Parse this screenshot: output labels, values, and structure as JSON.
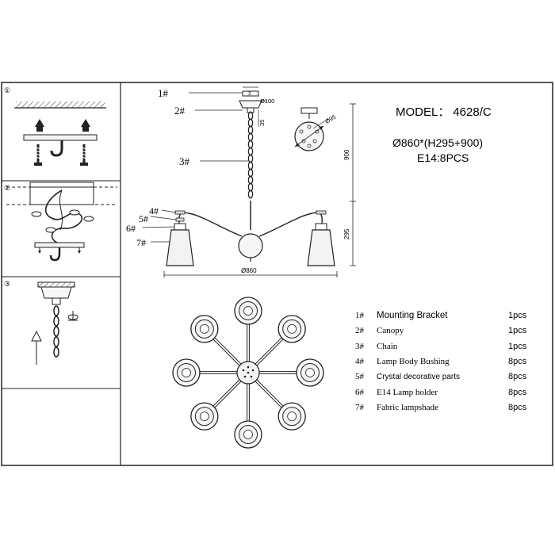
{
  "model": {
    "label": "MODEL：",
    "value": "4628/C"
  },
  "dimensions": {
    "size": "Ø860*(H295+900)",
    "bulbs": "E14:8PCS"
  },
  "callouts": [
    "1#",
    "2#",
    "3#",
    "4#",
    "5#",
    "6#",
    "7#"
  ],
  "dims": {
    "canopy_dia": "Ø100",
    "canopy_height": "35",
    "bracket_dia": "Ø95",
    "chain_length": "900",
    "body_height": "295",
    "overall_width": "Ø860",
    "bracket_top": "3"
  },
  "steps": [
    "①",
    "②",
    "③"
  ],
  "parts": [
    {
      "num": "1#",
      "name": "Mounting Bracket",
      "qty": "1pcs"
    },
    {
      "num": "2#",
      "name": "Canopy",
      "qty": "1pcs"
    },
    {
      "num": "3#",
      "name": "Chain",
      "qty": "1pcs"
    },
    {
      "num": "4#",
      "name": "Lamp Body Bushing",
      "qty": "8pcs"
    },
    {
      "num": "5#",
      "name": "Crystal decorative parts",
      "qty": "8pcs"
    },
    {
      "num": "6#",
      "name": "E14 Lamp holder",
      "qty": "8pcs"
    },
    {
      "num": "7#",
      "name": "Fabric lampshade",
      "qty": "8pcs"
    }
  ]
}
